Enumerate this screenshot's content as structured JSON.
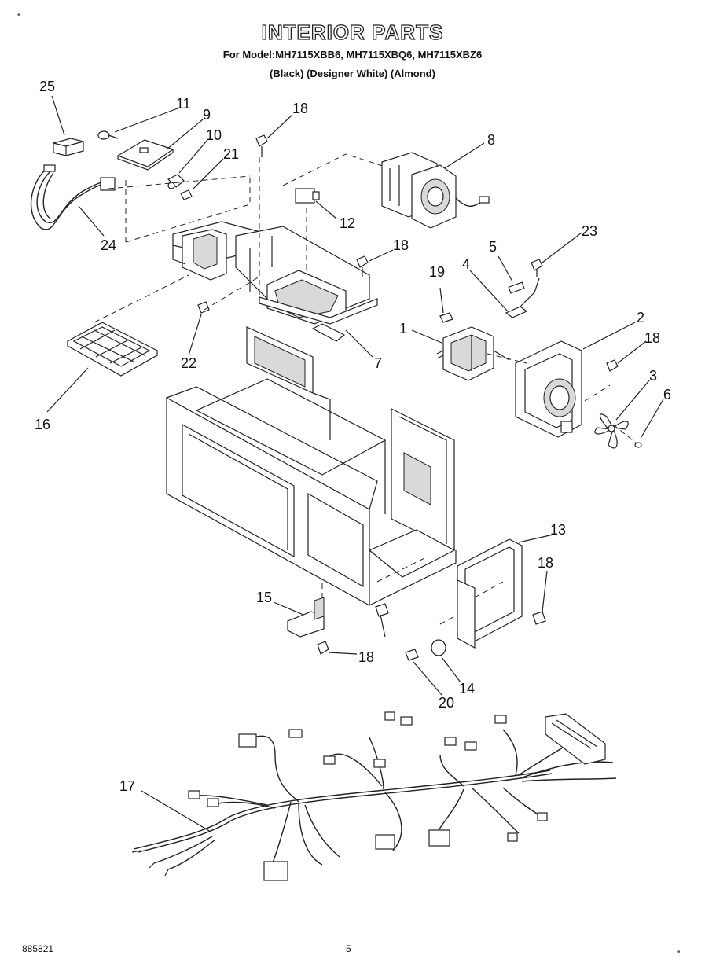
{
  "header": {
    "title": "INTERIOR PARTS",
    "models": "For Model:MH7115XBB6, MH7115XBQ6, MH7115XBZ6",
    "variants": "(Black)      (Designer White)  (Almond)"
  },
  "footer": {
    "doc_number": "885821",
    "page_number": "5"
  },
  "callouts": [
    "25",
    "11",
    "9",
    "10",
    "21",
    "24",
    "18",
    "12",
    "8",
    "18",
    "23",
    "5",
    "4",
    "19",
    "1",
    "2",
    "18",
    "3",
    "6",
    "22",
    "7",
    "16",
    "13",
    "18",
    "15",
    "18",
    "14",
    "20",
    "17"
  ]
}
